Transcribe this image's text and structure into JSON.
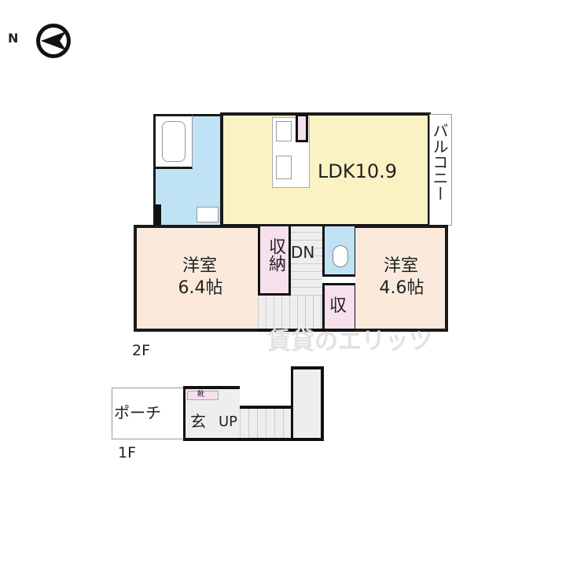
{
  "compass": {
    "label": "N",
    "icon": "north-arrow-icon"
  },
  "floors": {
    "upper": {
      "label": "2F",
      "rooms": {
        "ldk": {
          "label": "LDK10.9",
          "color": "#fbf2c4"
        },
        "balcony": {
          "label": "バルコニー"
        },
        "western_room_1": {
          "line1": "洋室",
          "line2": "6.4帖",
          "color": "#fbeadc"
        },
        "western_room_2": {
          "line1": "洋室",
          "line2": "4.6帖",
          "color": "#fbeadc"
        },
        "closet": {
          "label": "収納",
          "color": "#f6e0ee"
        },
        "storage": {
          "label": "収",
          "color": "#f6e0ee"
        },
        "stairs": {
          "label": "DN"
        },
        "wet_area_color": "#bfe3f4"
      }
    },
    "lower": {
      "label": "1F",
      "rooms": {
        "porch": {
          "label": "ポーチ"
        },
        "entrance": {
          "label": "玄"
        },
        "shoe_storage": {
          "label": "靴"
        },
        "stairs": {
          "label": "UP"
        }
      }
    }
  },
  "watermark": "賃貸のエリッツ"
}
